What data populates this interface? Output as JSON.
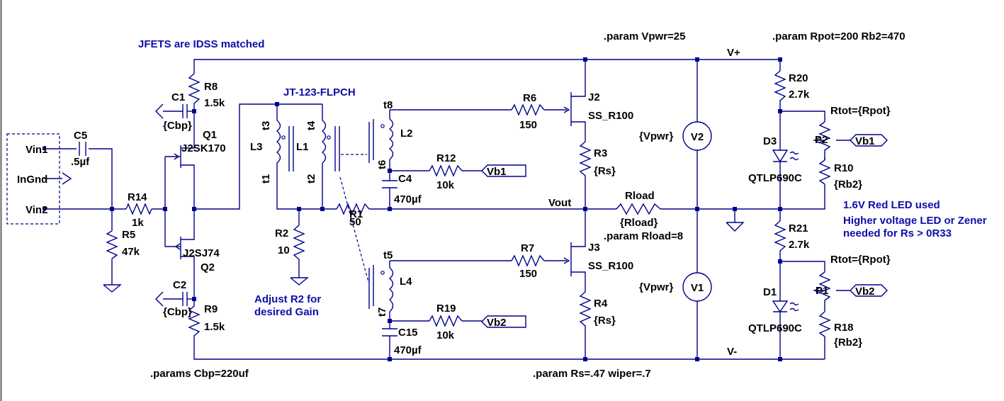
{
  "comments": {
    "jfet_note": "JFETS are IDSS matched",
    "transformer": "JT-123-FLPCH",
    "adjust_r2_1": "Adjust R2 for",
    "adjust_r2_2": "desired Gain",
    "led_note_1": "1.6V Red LED used",
    "led_note_2": "Higher voltage LED or Zener",
    "led_note_3": "needed for Rs > 0R33"
  },
  "directives": {
    "vpwr": ".param Vpwr=25",
    "rpot": ".param Rpot=200 Rb2=470",
    "rload": ".param Rload=8",
    "cbp": ".params Cbp=220uf",
    "rs": ".param Rs=.47 wiper=.7"
  },
  "nets": {
    "vplus": "V+",
    "vminus": "V-",
    "vout": "Vout",
    "vin1": "Vin1",
    "vin2": "Vin2",
    "ingnd": "InGnd",
    "vb1": "Vb1",
    "vb2": "Vb2",
    "vb1_p2": "Vb1",
    "vb2_p1": "Vb2"
  },
  "components": {
    "c5": {
      "name": "C5",
      "value": ".5µf"
    },
    "r14": {
      "name": "R14",
      "value": "1k"
    },
    "r5": {
      "name": "R5",
      "value": "47k"
    },
    "r8": {
      "name": "R8",
      "value": "1.5k"
    },
    "c1": {
      "name": "C1",
      "value": "{Cbp}"
    },
    "q1": {
      "name": "Q1",
      "value": "J2SK170"
    },
    "q2": {
      "name": "Q2",
      "value": "J2SJ74"
    },
    "c2": {
      "name": "C2",
      "value": "{Cbp}"
    },
    "r9": {
      "name": "R9",
      "value": "1.5k"
    },
    "l3": {
      "name": "L3",
      "tap_top": "t3",
      "tap_bottom": "t1"
    },
    "l1": {
      "name": "L1",
      "tap_top": "t4",
      "tap_bottom": "t2"
    },
    "l2": {
      "name": "L2",
      "tap_top": "t8",
      "tap_bottom": "t6"
    },
    "l4": {
      "name": "L4",
      "tap_top": "t5",
      "tap_bottom": "t7"
    },
    "r2": {
      "name": "R2",
      "value": "10"
    },
    "r1": {
      "name": "R1",
      "value": "50"
    },
    "c4": {
      "name": "C4",
      "value": "470µf"
    },
    "c15": {
      "name": "C15",
      "value": "470µf"
    },
    "r12": {
      "name": "R12",
      "value": "10k"
    },
    "r19": {
      "name": "R19",
      "value": "10k"
    },
    "r6": {
      "name": "R6",
      "value": "150"
    },
    "r7": {
      "name": "R7",
      "value": "150"
    },
    "j2": {
      "name": "J2",
      "value": "SS_R100"
    },
    "j3": {
      "name": "J3",
      "value": "SS_R100"
    },
    "r3": {
      "name": "R3",
      "value": "{Rs}"
    },
    "r4": {
      "name": "R4",
      "value": "{Rs}"
    },
    "rload": {
      "name": "Rload",
      "value": "{Rload}"
    },
    "v2": {
      "name": "V2",
      "value": "{Vpwr}"
    },
    "v1": {
      "name": "V1",
      "value": "{Vpwr}"
    },
    "r20": {
      "name": "R20",
      "value": "2.7k"
    },
    "r21": {
      "name": "R21",
      "value": "2.7k"
    },
    "d3": {
      "name": "D3",
      "value": "QTLP690C"
    },
    "d1": {
      "name": "D1",
      "value": "QTLP690C"
    },
    "p2": {
      "name": "P2",
      "rtot": "Rtot={Rpot}"
    },
    "p1": {
      "name": "P1",
      "rtot": "Rtot={Rpot}"
    },
    "r10": {
      "name": "R10",
      "value": "{Rb2}"
    },
    "r18": {
      "name": "R18",
      "value": "{Rb2}"
    }
  }
}
